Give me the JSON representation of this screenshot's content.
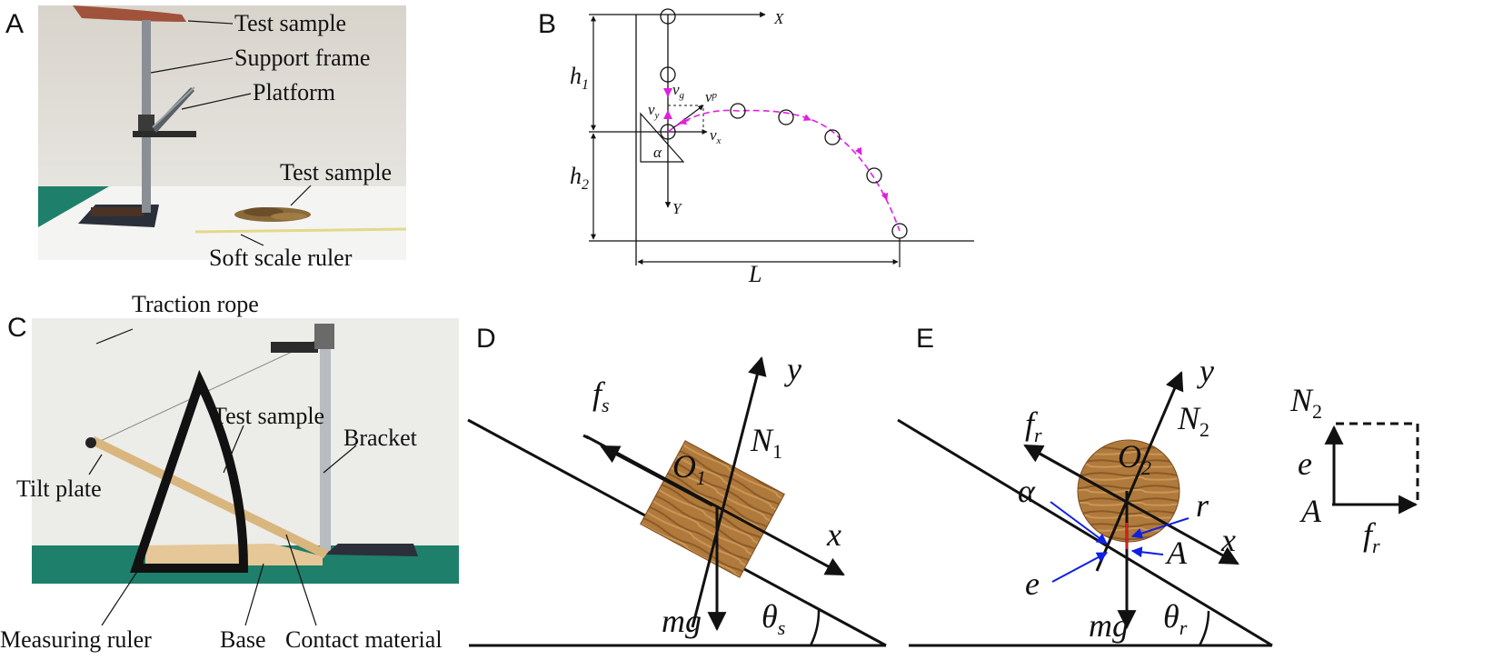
{
  "panels": {
    "A": {
      "letter": "A",
      "labels": {
        "test_sample_top": "Test sample",
        "support_frame": "Support frame",
        "platform": "Platform",
        "test_sample_pile": "Test sample",
        "ruler": "Soft scale ruler"
      }
    },
    "B": {
      "letter": "B",
      "labels": {
        "x_axis": "X",
        "y_axis": "Y",
        "h1_base": "h",
        "h1_sub": "1",
        "h2_base": "h",
        "h2_sub": "2",
        "vg_base": "v",
        "vg_sub": "g",
        "vp_base": "v",
        "vp_sub": "p",
        "vy_base": "v",
        "vy_sub": "y",
        "vx_base": "v",
        "vx_sub": "x",
        "alpha": "α",
        "L": "L"
      },
      "colors": {
        "trajectory": "#e020e0",
        "lines": "#111111"
      }
    },
    "C": {
      "letter": "C",
      "labels": {
        "traction_rope": "Traction rope",
        "test_sample": "Test sample",
        "bracket": "Bracket",
        "tilt_plate": "Tilt plate",
        "measuring_ruler": "Measuring ruler",
        "base": "Base",
        "contact_material": "Contact material"
      }
    },
    "D": {
      "letter": "D",
      "labels": {
        "fs_base": "f",
        "fs_sub": "s",
        "y": "y",
        "N1_base": "N",
        "N1_sub": "1",
        "O1_base": "O",
        "O1_sub": "1",
        "x": "x",
        "mg": "mg",
        "theta_base": "θ",
        "theta_sub": "s"
      }
    },
    "E": {
      "letter": "E",
      "labels": {
        "y": "y",
        "N2_base": "N",
        "N2_sub": "2",
        "fr_base": "f",
        "fr_sub": "r",
        "O2_base": "O",
        "O2_sub": "2",
        "alpha": "α",
        "r": "r",
        "x": "x",
        "A": "A",
        "e": "e",
        "mg": "mg",
        "theta_base": "θ",
        "theta_sub": "r",
        "inset_N2_base": "N",
        "inset_N2_sub": "2",
        "inset_e": "e",
        "inset_A": "A",
        "inset_fr_base": "f",
        "inset_fr_sub": "r"
      },
      "colors": {
        "pointer_arrows": "#1020e0"
      }
    }
  }
}
